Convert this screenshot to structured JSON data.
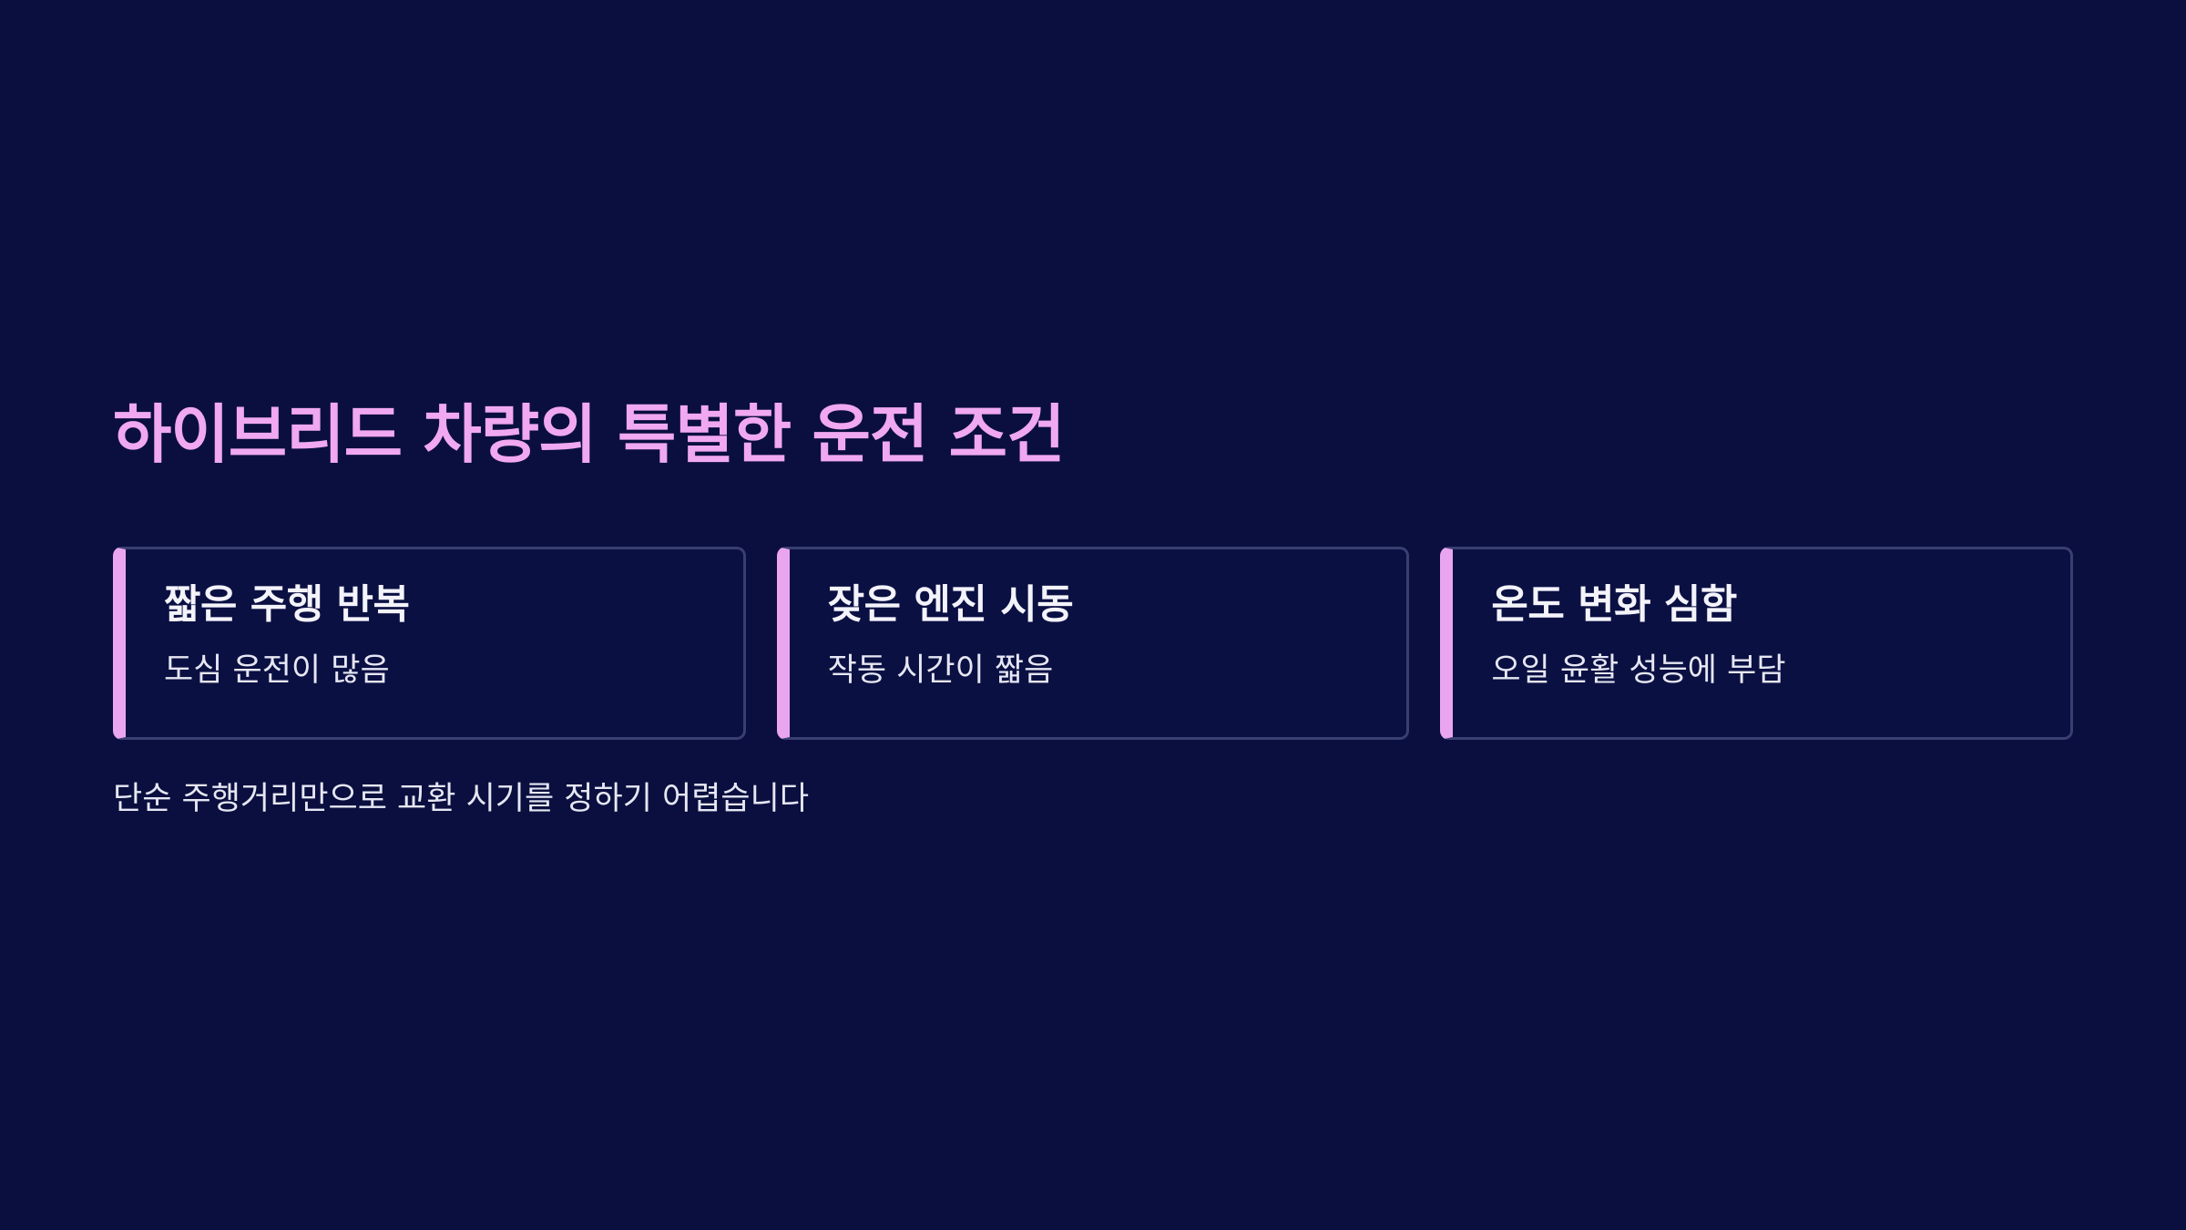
{
  "slide": {
    "title": "하이브리드 차량의 특별한 운전 조건",
    "cards": [
      {
        "title": "짧은 주행 반복",
        "description": "도심 운전이 많음"
      },
      {
        "title": "잦은 엔진 시동",
        "description": "작동 시간이 짧음"
      },
      {
        "title": "온도 변화 심함",
        "description": "오일 윤활 성능에 부담"
      }
    ],
    "footnote": "단순 주행거리만으로 교환 시기를 정하기 어렵습니다"
  },
  "colors": {
    "background": "#0a0f3f",
    "title": "#f0a8f0",
    "card_accent": "#e9a6ef",
    "card_border": "#3a3f72",
    "text": "#e6e7f3"
  }
}
